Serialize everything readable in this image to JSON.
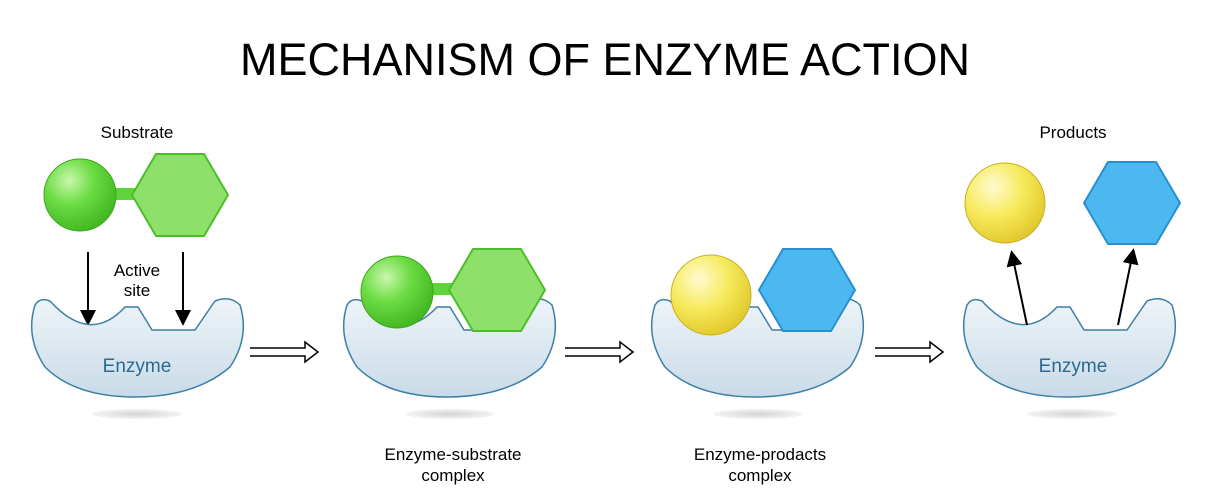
{
  "title": "MECHANISM OF ENZYME ACTION",
  "labels": {
    "substrate": "Substrate",
    "products": "Products",
    "active_site_line1": "Active",
    "active_site_line2": "site",
    "enzyme": "Enzyme",
    "es_complex_line1": "Enzyme-substrate",
    "es_complex_line2": "complex",
    "ep_complex_line1": "Enzyme-prodacts",
    "ep_complex_line2": "complex"
  },
  "colors": {
    "enzyme_fill": "#dce8f1",
    "enzyme_stroke": "#3e7fa6",
    "enzyme_text": "#2a6a92",
    "green": "#5fd43a",
    "green_hex": "#8ee06a",
    "yellow": "#f4e44a",
    "blue": "#4bb8f0"
  }
}
